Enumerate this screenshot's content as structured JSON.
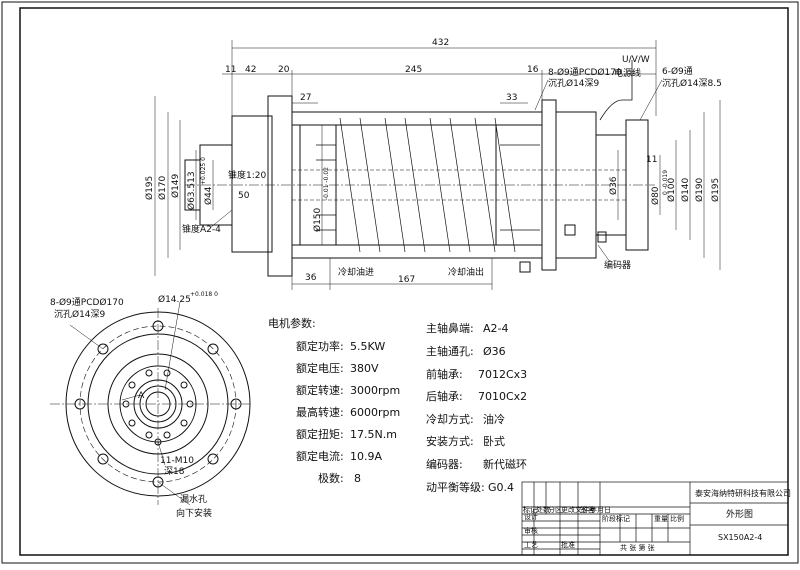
{
  "side_view": {
    "dims_top": {
      "overall_length": "432",
      "d11": "11",
      "d42": "42",
      "d20": "20",
      "d245": "245",
      "d16": "16",
      "d27": "27",
      "d33": "33"
    },
    "dims_bottom": {
      "d36": "36",
      "d167": "167",
      "cooling_in": "冷却油进",
      "cooling_out": "冷却油出"
    },
    "dims_left": {
      "d195": "Ø195",
      "d170": "Ø170",
      "d149": "Ø149",
      "d63": "Ø63.513",
      "d44": "Ø44",
      "d44_tol": "+0.025\n0",
      "taper": "锥度1:20",
      "d50": "50",
      "d150": "Ø150",
      "d150_tol": "-0.01\n-0.02",
      "spindle_nose_label": "锥度A2-4"
    },
    "dims_right": {
      "d36": "Ø36",
      "d11": "11",
      "d80": "Ø80",
      "d80_tol": "0\n-0.019",
      "d100": "Ø100",
      "d140": "Ø140",
      "d190": "Ø190",
      "d195": "Ø195"
    },
    "callouts": {
      "front_holes": "8-Ø9通PCDØ170",
      "front_holes_cb": "沉孔Ø14深9",
      "power_label": "U/V/W",
      "power_cable": "电源线",
      "rear_holes": "6-Ø9通",
      "rear_holes_cb": "沉孔Ø14深8.5",
      "encoder": "编码器"
    }
  },
  "front_view": {
    "holes": "8-Ø9通PCDØ170",
    "holes_cb": "沉孔Ø14深9",
    "bore": "Ø14.25",
    "bore_tol": "+0.018\n0",
    "thread": "11-M10",
    "thread_depth": "深18",
    "drain": "漏水孔",
    "drain_note": "向下安装",
    "angle": "A"
  },
  "specs": {
    "heading": "电机参数:",
    "left": [
      {
        "label": "额定功率:",
        "value": "5.5KW"
      },
      {
        "label": "额定电压:",
        "value": "380V"
      },
      {
        "label": "额定转速:",
        "value": "3000rpm"
      },
      {
        "label": "最高转速:",
        "value": "6000rpm"
      },
      {
        "label": "额定扭矩:",
        "value": "17.5N.m"
      },
      {
        "label": "额定电流:",
        "value": "10.9A"
      },
      {
        "label": "极数:",
        "value": "8"
      }
    ],
    "right": [
      {
        "label": "主轴鼻端:",
        "value": "A2-4"
      },
      {
        "label": "主轴通孔:",
        "value": "Ø36"
      },
      {
        "label": "前轴承:",
        "value": "7012Cx3"
      },
      {
        "label": "后轴承:",
        "value": "7010Cx2"
      },
      {
        "label": "冷却方式:",
        "value": "油冷"
      },
      {
        "label": "安装方式:",
        "value": "卧式"
      },
      {
        "label": "编码器:",
        "value": "新代磁环"
      },
      {
        "label": "动平衡等级:",
        "value": "G0.4"
      }
    ]
  },
  "title_block": {
    "company": "泰安海纳特研科技有限公司",
    "drawing_name": "外形图",
    "drawing_no": "SX150A2-4",
    "row_labels": [
      "标记",
      "处数",
      "分区",
      "更改文件号",
      "签名",
      "年月日"
    ],
    "design": "设计",
    "check": "审核",
    "process": "工艺",
    "approve": "批准",
    "stage_mark": "阶段标记",
    "weight": "重量",
    "scale": "比例",
    "sheets": "共 张  第 张"
  },
  "colors": {
    "line": "#111111",
    "background": "#ffffff"
  }
}
